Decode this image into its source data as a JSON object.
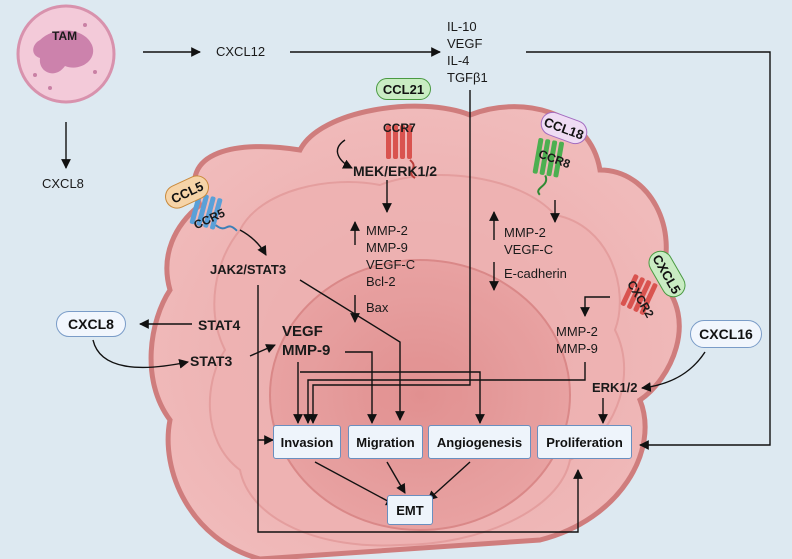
{
  "cell": {
    "label": "TAM"
  },
  "top_left": {
    "cxcl12": "CXCL12",
    "cxcl8": "CXCL8"
  },
  "cytokines": [
    "IL-10",
    "VEGF",
    "IL-4",
    "TGFβ1"
  ],
  "ligands": {
    "ccl21": "CCL21",
    "ccl18": "CCL18",
    "ccl5": "CCL5",
    "cxcl5": "CXCL5"
  },
  "receptors": {
    "ccr7": "CCR7",
    "ccr8": "CCR8",
    "ccr5": "CCR5",
    "cxcr2": "CXCR2"
  },
  "pathways": {
    "mek_erk": "MEK/ERK1/2",
    "jak_stat": "JAK2/STAT3",
    "stat4": "STAT4",
    "stat3": "STAT3",
    "erk": "ERK1/2"
  },
  "free_ligands": {
    "cxcl8": "CXCL8",
    "cxcl16": "CXCL16"
  },
  "ccr7_targets": {
    "up": [
      "MMP-2",
      "MMP-9",
      "VEGF-C",
      "Bcl-2"
    ],
    "down": "Bax"
  },
  "ccr8_targets": {
    "up": [
      "MMP-2",
      "VEGF-C"
    ],
    "down": "E-cadherin"
  },
  "cxcr2_targets": [
    "MMP-2",
    "MMP-9"
  ],
  "stat3_targets": [
    "VEGF",
    "MMP-9"
  ],
  "outcomes": {
    "invasion": "Invasion",
    "migration": "Migration",
    "angiogenesis": "Angiogenesis",
    "proliferation": "Proliferation",
    "emt": "EMT"
  },
  "colors": {
    "background": "#dde9f1",
    "tumor_outer": "#e8a3a3",
    "tumor_inner": "#dc8c8c",
    "ccr7": "#d9534f",
    "ccr8": "#4caf50",
    "ccr5": "#5aa0d8",
    "cxcr2": "#d9534f"
  }
}
